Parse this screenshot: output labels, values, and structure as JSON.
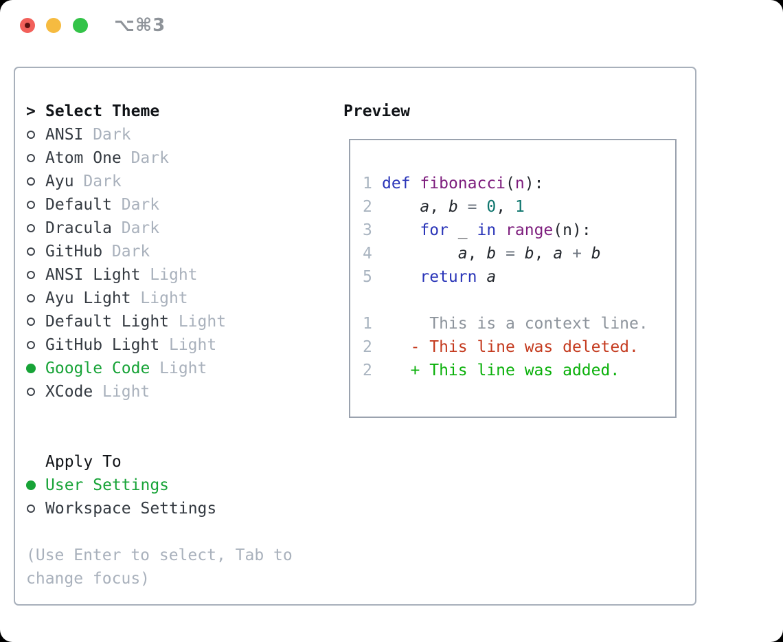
{
  "titlebar": {
    "shortcut": "⌥⌘3"
  },
  "colors": {
    "plain": "#23272d",
    "keyword": "#2a35b8",
    "function": "#7d1d7d",
    "number": "#0e756d",
    "operator": "#6e7680",
    "context": "#8d949c",
    "removed": "#c43a1e",
    "added": "#0ab00a",
    "accent_green": "#17a337",
    "muted": "#a9b1bc",
    "text_primary": "#343a41"
  },
  "theme_panel": {
    "header": {
      "prompt": ">",
      "label": "Select Theme"
    },
    "themes": [
      {
        "name": "ANSI",
        "tag": "Dark",
        "selected": false
      },
      {
        "name": "Atom One",
        "tag": "Dark",
        "selected": false
      },
      {
        "name": "Ayu",
        "tag": "Dark",
        "selected": false
      },
      {
        "name": "Default",
        "tag": "Dark",
        "selected": false
      },
      {
        "name": "Dracula",
        "tag": "Dark",
        "selected": false
      },
      {
        "name": "GitHub",
        "tag": "Dark",
        "selected": false
      },
      {
        "name": "ANSI Light",
        "tag": "Light",
        "selected": false
      },
      {
        "name": "Ayu Light",
        "tag": "Light",
        "selected": false
      },
      {
        "name": "Default Light",
        "tag": "Light",
        "selected": false
      },
      {
        "name": "GitHub Light",
        "tag": "Light",
        "selected": false
      },
      {
        "name": "Google Code",
        "tag": "Light",
        "selected": true
      },
      {
        "name": "XCode",
        "tag": "Light",
        "selected": false
      }
    ],
    "apply_to": {
      "label": "Apply To",
      "options": [
        {
          "name": "User Settings",
          "selected": true
        },
        {
          "name": "Workspace Settings",
          "selected": false
        }
      ]
    },
    "hint_line1": "(Use Enter to select, Tab to",
    "hint_line2": "change focus)"
  },
  "preview": {
    "heading": "Preview",
    "lines": [
      {
        "num": "1",
        "tokens": [
          {
            "t": "def",
            "c": "keyword"
          },
          {
            "t": " ",
            "c": "plain"
          },
          {
            "t": "fibonacci",
            "c": "function"
          },
          {
            "t": "(",
            "c": "plain"
          },
          {
            "t": "n",
            "c": "function"
          },
          {
            "t": "):",
            "c": "plain"
          }
        ]
      },
      {
        "num": "2",
        "tokens": [
          {
            "t": "    ",
            "c": "plain"
          },
          {
            "t": "a",
            "c": "plain",
            "i": true
          },
          {
            "t": ", ",
            "c": "plain"
          },
          {
            "t": "b",
            "c": "plain",
            "i": true
          },
          {
            "t": " ",
            "c": "plain"
          },
          {
            "t": "=",
            "c": "operator"
          },
          {
            "t": " ",
            "c": "plain"
          },
          {
            "t": "0",
            "c": "number"
          },
          {
            "t": ", ",
            "c": "plain"
          },
          {
            "t": "1",
            "c": "number"
          }
        ]
      },
      {
        "num": "3",
        "tokens": [
          {
            "t": "    ",
            "c": "plain"
          },
          {
            "t": "for",
            "c": "keyword"
          },
          {
            "t": " _ ",
            "c": "plain"
          },
          {
            "t": "in",
            "c": "keyword"
          },
          {
            "t": " ",
            "c": "plain"
          },
          {
            "t": "range",
            "c": "function"
          },
          {
            "t": "(n):",
            "c": "plain"
          }
        ]
      },
      {
        "num": "4",
        "tokens": [
          {
            "t": "        ",
            "c": "plain"
          },
          {
            "t": "a",
            "c": "plain",
            "i": true
          },
          {
            "t": ", ",
            "c": "plain"
          },
          {
            "t": "b",
            "c": "plain",
            "i": true
          },
          {
            "t": " ",
            "c": "plain"
          },
          {
            "t": "=",
            "c": "operator"
          },
          {
            "t": " ",
            "c": "plain"
          },
          {
            "t": "b",
            "c": "plain",
            "i": true
          },
          {
            "t": ", ",
            "c": "plain"
          },
          {
            "t": "a",
            "c": "plain",
            "i": true
          },
          {
            "t": " ",
            "c": "plain"
          },
          {
            "t": "+",
            "c": "operator"
          },
          {
            "t": " ",
            "c": "plain"
          },
          {
            "t": "b",
            "c": "plain",
            "i": true
          }
        ]
      },
      {
        "num": "5",
        "tokens": [
          {
            "t": "    ",
            "c": "plain"
          },
          {
            "t": "return",
            "c": "keyword"
          },
          {
            "t": " ",
            "c": "plain"
          },
          {
            "t": "a",
            "c": "plain",
            "i": true
          }
        ]
      },
      {
        "num": "",
        "tokens": []
      },
      {
        "num": "1",
        "tokens": [
          {
            "t": "     This is a context line.",
            "c": "context"
          }
        ]
      },
      {
        "num": "2",
        "tokens": [
          {
            "t": "   - This line was deleted.",
            "c": "removed"
          }
        ]
      },
      {
        "num": "2",
        "tokens": [
          {
            "t": "   + This line was added.",
            "c": "added"
          }
        ]
      }
    ]
  }
}
